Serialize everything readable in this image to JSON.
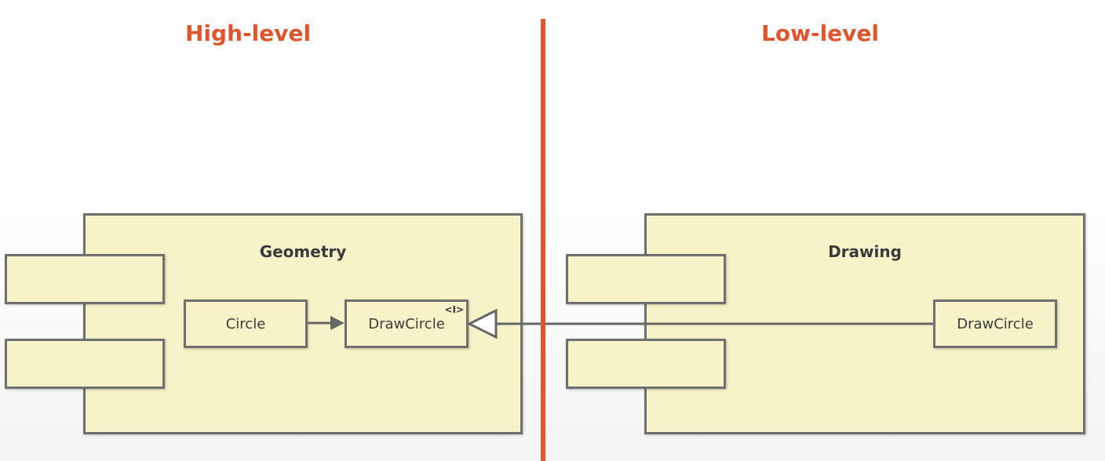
{
  "colors": {
    "accent": "#e0552b",
    "box_fill": "#f7f3c9",
    "box_border": "#707070",
    "arrow": "#666666"
  },
  "headings": {
    "high_level": "High-level",
    "low_level": "Low-level"
  },
  "geometry_package": {
    "title": "Geometry",
    "classes": {
      "circle": "Circle",
      "draw_circle": "DrawCircle",
      "draw_circle_stereotype": "<I>"
    }
  },
  "drawing_package": {
    "title": "Drawing",
    "classes": {
      "draw_circle": "DrawCircle"
    }
  }
}
